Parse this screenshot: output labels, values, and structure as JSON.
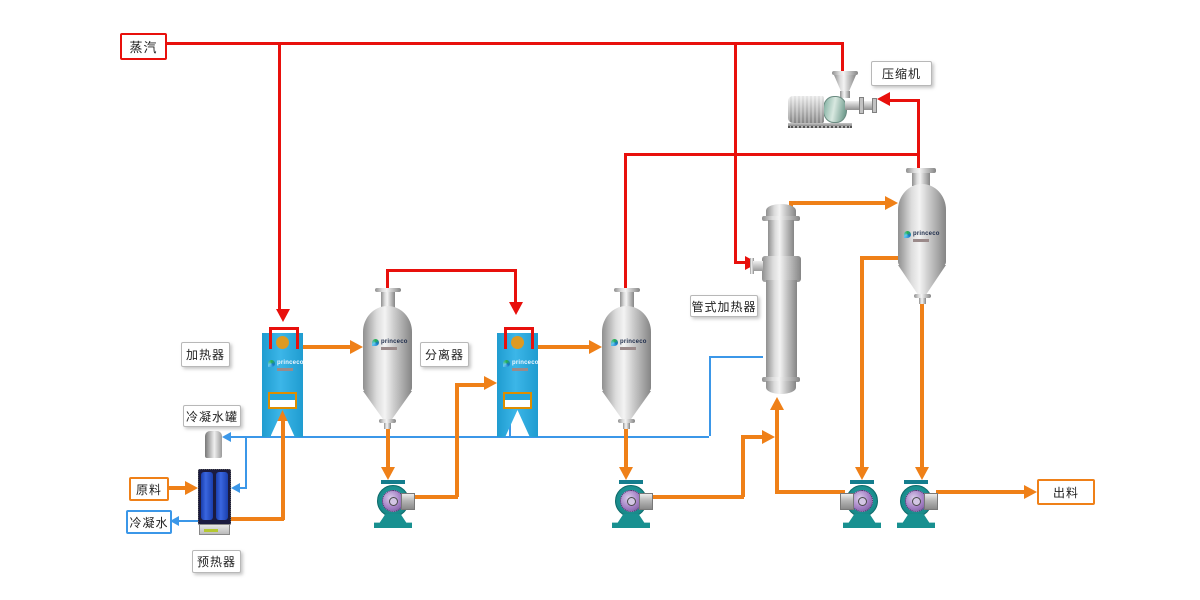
{
  "diagram": {
    "title_note": "MVR evaporation process flow diagram",
    "labels": {
      "steam": "蒸汽",
      "compressor": "压缩机",
      "heater": "加热器",
      "separator": "分离器",
      "tube_heater": "管式加热器",
      "condensate_tank": "冷凝水罐",
      "raw_material": "原料",
      "condensate_water": "冷凝水",
      "preheater": "预热器",
      "outlet": "出料"
    },
    "logo_text": "princeco",
    "colors": {
      "steam_line": "#e8100c",
      "material_line": "#ef8018",
      "condensate_line": "#3b97e8",
      "heater_body": "#25a5da",
      "pump_body": "#189090"
    }
  }
}
